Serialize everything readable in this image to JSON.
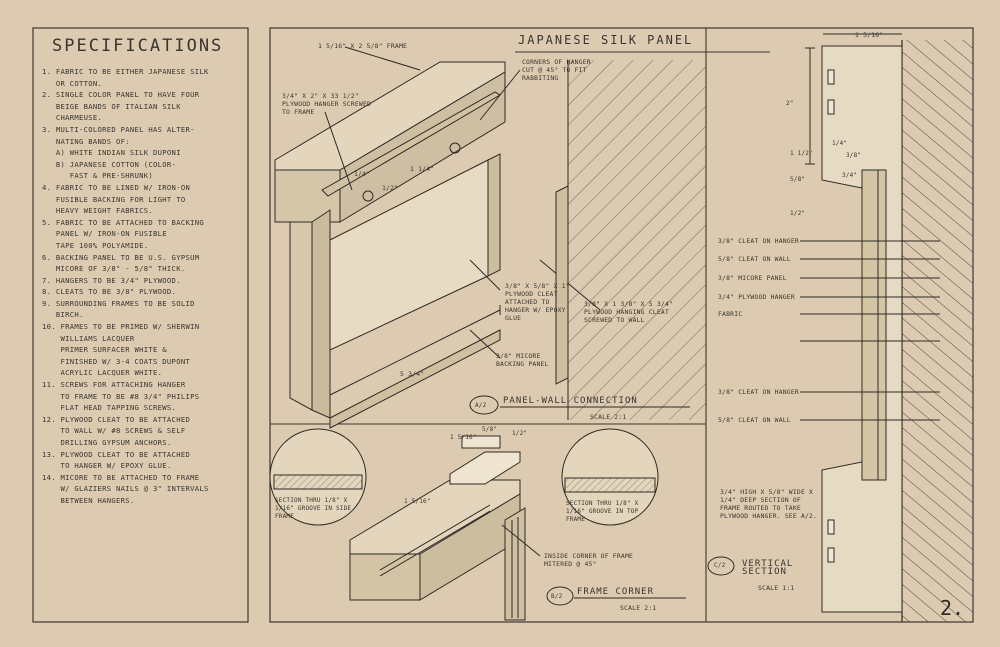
{
  "specifications": {
    "title": "SPECIFICATIONS",
    "items": [
      "1. FABRIC TO BE EITHER JAPANESE SILK",
      "   OR COTTON.",
      "2. SINGLE COLOR PANEL TO HAVE FOUR",
      "   BEIGE BANDS OF ITALIAN SILK",
      "   CHARMEUSE.",
      "3. MULTI-COLORED PANEL HAS ALTER-",
      "   NATING BANDS OF:",
      "   a) WHITE INDIAN SILK DUPONI",
      "   b) JAPANESE COTTON (COLOR-",
      "      FAST & PRE-SHRUNK)",
      "4. FABRIC TO BE LINED W/ IRON-ON",
      "   FUSIBLE BACKING FOR LIGHT TO",
      "   HEAVY WEIGHT FABRICS.",
      "5. FABRIC TO BE ATTACHED TO BACKING",
      "   PANEL W/ IRON-ON FUSIBLE",
      "   TAPE 100% POLYAMIDE.",
      "6. BACKING PANEL TO BE U.S. GYPSUM",
      "   MICORE OF 3/8\" - 5/8\" THICK.",
      "7. HANGERS TO BE 3/4\" PLYWOOD.",
      "8. CLEATS TO BE 3/8\" PLYWOOD.",
      "9. SURROUNDING FRAMES TO BE SOLID",
      "   BIRCH.",
      "10. FRAMES TO BE PRIMED W/ SHERWIN",
      "    WILLIAMS LACQUER",
      "    PRIMER SURFACER WHITE &",
      "    FINISHED W/ 3-4 COATS DUPONT",
      "    ACRYLIC LACQUER WHITE.",
      "11. SCREWS FOR ATTACHING HANGER",
      "    TO FRAME TO BE #8 3/4\" PHILIPS",
      "    FLAT HEAD TAPPING SCREWS.",
      "12. PLYWOOD CLEAT TO BE ATTACHED",
      "    TO WALL W/ #8 SCREWS & SELF",
      "    DRILLING GYPSUM ANCHORS.",
      "13. PLYWOOD CLEAT TO BE ATTACHED",
      "    TO HANGER W/ EPOXY GLUE.",
      "14. MICORE TO BE ATTACHED TO FRAME",
      "    W/ GLAZIERS NAILS @ 3\" INTERVALS",
      "    BETWEEN HANGERS."
    ]
  },
  "drawing": {
    "title": "JAPANESE SILK PANEL",
    "sheet_number": "2."
  },
  "detail_a2": {
    "label": "A/2",
    "title": "PANEL-WALL CONNECTION",
    "scale": "SCALE 2:1",
    "notes": {
      "frame": "1 5/16\" x 2 5/8\" FRAME",
      "hanger": "3/4\" x 2\" x 33 1/2\" PLYWOOD HANGER SCREWED TO FRAME",
      "corners": "CORNERS OF HANGER CUT @ 45° TO FIT RABBITING",
      "cleat": "3/8\" x 5/8\" x 1\" PLYWOOD CLEAT ATTACHED TO HANGER W/ EPOXY GLUE",
      "micore": "3/8\" MICORE BACKING PANEL",
      "wall_cleat": "3/8\" x 1 3/8\" x 5 3/4\" PLYWOOD HANGING CLEAT SCREWED TO WALL",
      "dim_width": "5 3/4\"",
      "dim_a": "1/4\"",
      "dim_b": "1/2\"",
      "dim_c": "1 1/4\""
    }
  },
  "detail_b2": {
    "label": "B/2",
    "title": "FRAME CORNER",
    "scale": "SCALE 2:1",
    "notes": {
      "section_left": "SECTION THRU 1/8\" x 1/16\" GROOVE IN SIDE FRAME",
      "section_right": "SECTION THRU 1/8\" x 1/16\" GROOVE IN TOP FRAME",
      "inside_corner": "INSIDE CORNER OF FRAME MITERED @ 45°",
      "dim_a": "1 5/16\"",
      "dim_b": "5/8\"",
      "dim_c": "1/2\"",
      "dim_d": "1 5/16\""
    }
  },
  "detail_c2": {
    "label": "C/2",
    "title": "VERTICAL SECTION",
    "scale": "SCALE 1:1",
    "top_dim": "1 5/16\"",
    "callouts": [
      "3/8\" CLEAT ON HANGER",
      "5/8\" CLEAT ON WALL",
      "3/8\" MICORE PANEL",
      "3/4\" PLYWOOD HANGER",
      "FABRIC",
      "3/8\" CLEAT ON HANGER",
      "5/8\" CLEAT ON WALL"
    ],
    "note": "3/4\" HIGH x 5/8\" WIDE x 1/4\" DEEP SECTION OF FRAME ROUTED TO TAKE PLYWOOD HANGER. SEE A/2.",
    "dims": [
      "2\"",
      "1 1/2\"",
      "1/4\"",
      "3/8\"",
      "1/2\"",
      "3/4\"",
      "5/8\""
    ]
  }
}
